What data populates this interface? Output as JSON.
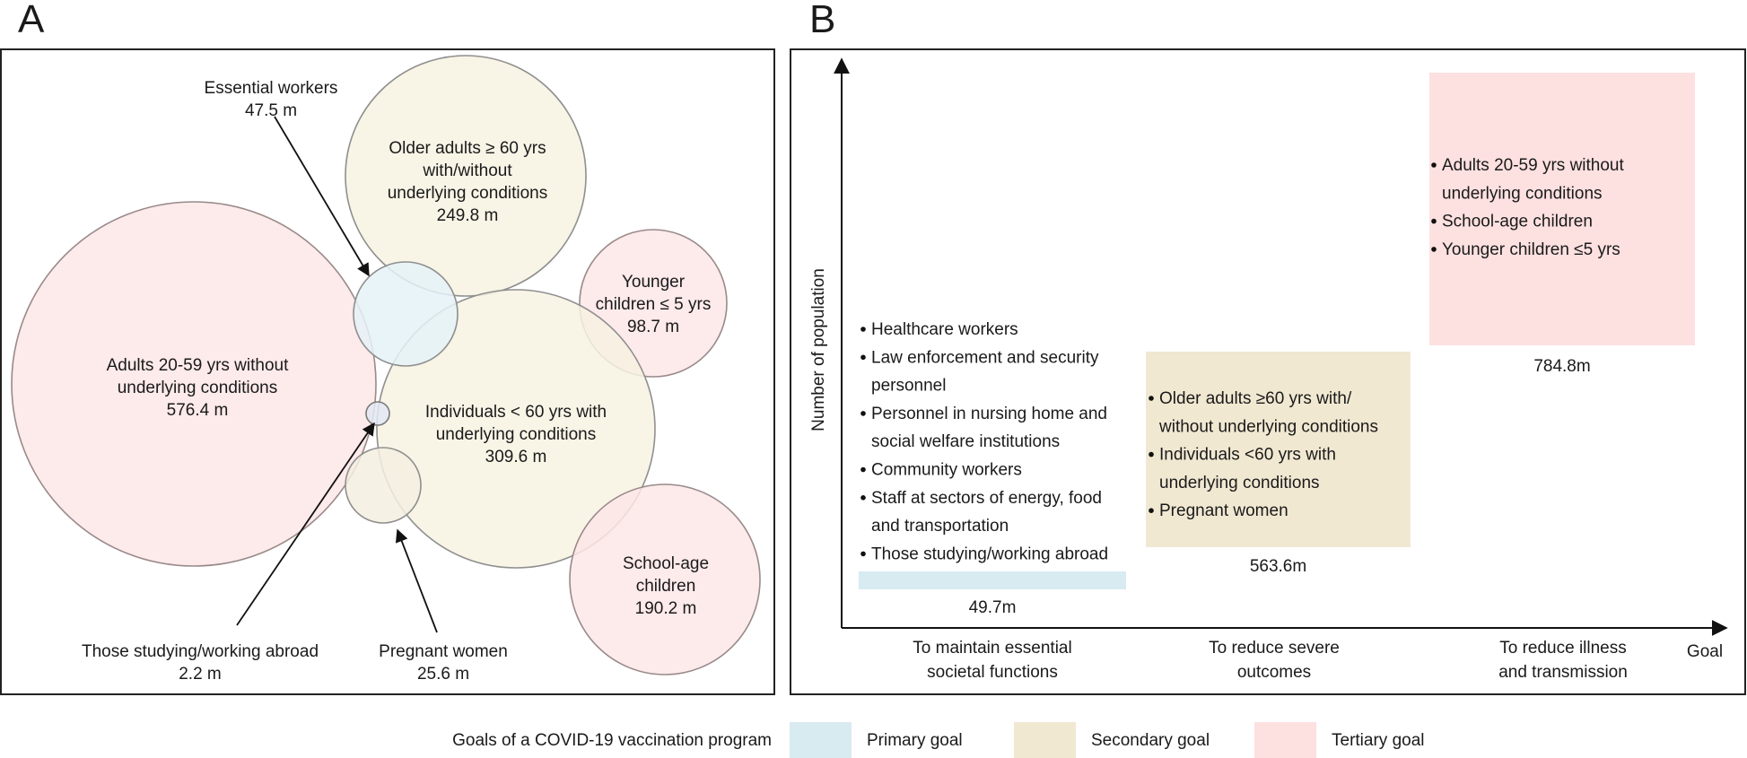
{
  "panels": {
    "a_letter": "A",
    "b_letter": "B"
  },
  "panel_a": {
    "groups": [
      {
        "id": "adults",
        "lines": [
          "Adults 20-59 yrs without",
          "underlying conditions",
          "576.4 m"
        ],
        "fill": "#fde6e6",
        "stroke": "#9a8a8a"
      },
      {
        "id": "older",
        "lines": [
          "Older adults ≥ 60 yrs",
          "with/without",
          "underlying conditions",
          "249.8 m"
        ],
        "fill": "#f7f2e2",
        "stroke": "#8f8f8f"
      },
      {
        "id": "individuals",
        "lines": [
          "Individuals < 60 yrs with",
          "underlying conditions",
          "309.6 m"
        ],
        "fill": "#f7f2e2",
        "stroke": "#8f8f8f"
      },
      {
        "id": "younger",
        "lines": [
          "Younger",
          "children ≤ 5 yrs",
          "98.7 m"
        ],
        "fill": "#fde6e6",
        "stroke": "#9a8a8a"
      },
      {
        "id": "school",
        "lines": [
          "School-age",
          "children",
          "190.2 m"
        ],
        "fill": "#fde6e6",
        "stroke": "#9a8a8a"
      },
      {
        "id": "essential",
        "lines": [
          "Essential workers",
          "47.5 m"
        ],
        "fill": "#e5f2f8",
        "stroke": "#8f8f8f"
      },
      {
        "id": "pregnant",
        "lines": [
          "Pregnant women",
          "25.6 m"
        ],
        "fill": "#f4efe0",
        "stroke": "#8f8f8f"
      },
      {
        "id": "abroad",
        "lines": [
          "Those studying/working abroad",
          "2.2 m"
        ],
        "fill": "#e3e8f3",
        "stroke": "#7a7a7a"
      }
    ]
  },
  "panel_b": {
    "y_axis_label": "Number of population",
    "x_axis_label": "Goal",
    "goals": [
      {
        "id": "primary",
        "category_lines": [
          "To maintain essential",
          "societal functions"
        ],
        "population": "49.7m",
        "color": "#d7ebf1",
        "bullets": [
          [
            "Healthcare workers"
          ],
          [
            "Law enforcement and security",
            "personnel"
          ],
          [
            "Personnel in nursing home and",
            "social welfare institutions"
          ],
          [
            "Community workers"
          ],
          [
            "Staff at sectors of energy, food",
            "and transportation"
          ],
          [
            "Those studying/working abroad"
          ]
        ]
      },
      {
        "id": "secondary",
        "category_lines": [
          "To reduce severe",
          "outcomes"
        ],
        "population": "563.6m",
        "color": "#f1e8d2",
        "bullets": [
          [
            "Older adults ≥60 yrs with/",
            "without underlying conditions"
          ],
          [
            "Individuals <60 yrs with",
            "underlying conditions"
          ],
          [
            "Pregnant women"
          ]
        ]
      },
      {
        "id": "tertiary",
        "category_lines": [
          "To reduce illness",
          "and transmission"
        ],
        "population": "784.8m",
        "color": "#fde0e0",
        "bullets": [
          [
            "Adults 20-59 yrs without",
            "underlying conditions"
          ],
          [
            "School-age children"
          ],
          [
            "Younger children ≤5 yrs"
          ]
        ]
      }
    ]
  },
  "legend": {
    "title": "Goals of a COVID-19 vaccination program",
    "items": [
      {
        "label": "Primary goal",
        "color": "#d7ebf1"
      },
      {
        "label": "Secondary goal",
        "color": "#f1e8d2"
      },
      {
        "label": "Tertiary goal",
        "color": "#fde0e0"
      }
    ]
  }
}
